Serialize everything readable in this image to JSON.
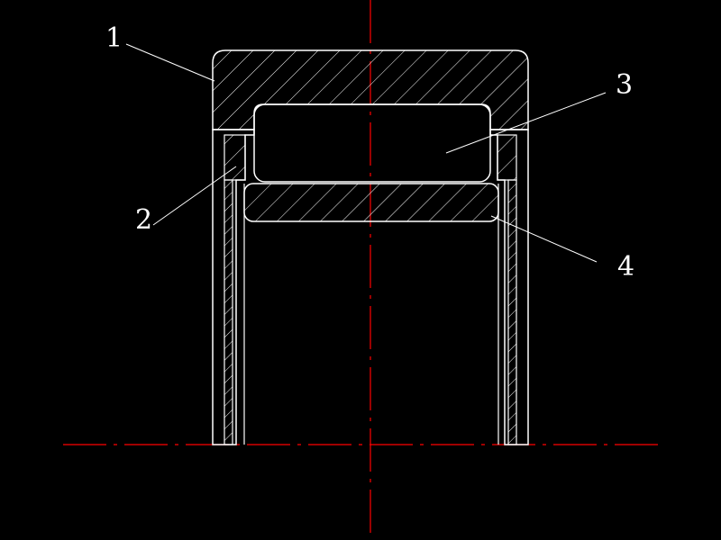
{
  "drawing": {
    "background": "#000000",
    "line_color": "#FFFFFF",
    "center_line_color": "#FF0000",
    "labels": [
      {
        "id": "1",
        "text": "1"
      },
      {
        "id": "2",
        "text": "2"
      },
      {
        "id": "3",
        "text": "3"
      },
      {
        "id": "4",
        "text": "4"
      }
    ]
  }
}
